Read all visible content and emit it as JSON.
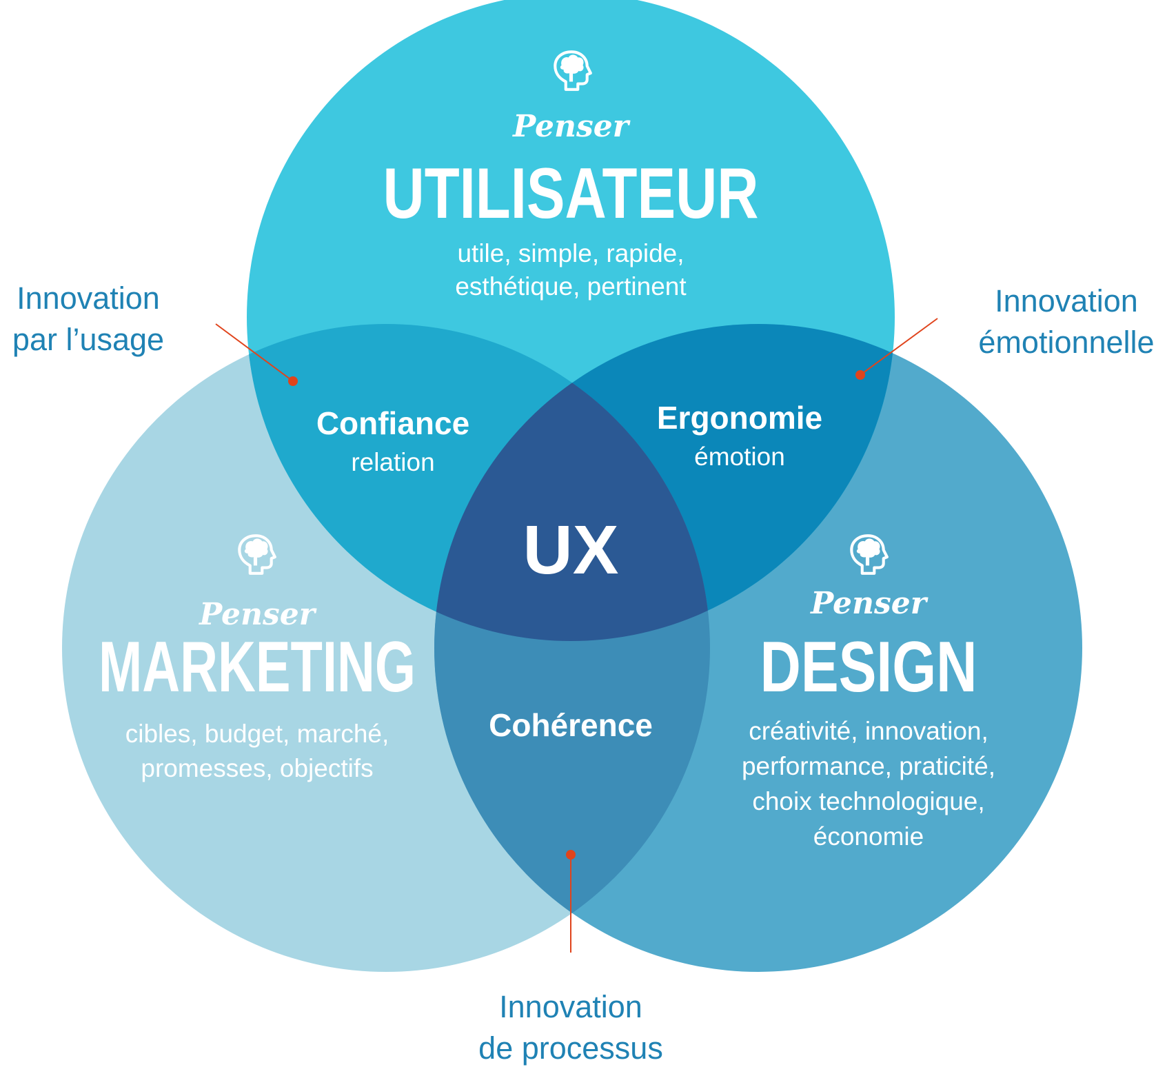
{
  "circles": {
    "utilisateur": {
      "prefix": "Penser",
      "title": "UTILISATEUR",
      "desc_line1": "utile, simple, rapide,",
      "desc_line2": "esthétique, pertinent",
      "color": "#3ec8e0"
    },
    "marketing": {
      "prefix": "Penser",
      "title": "MARKETING",
      "desc_line1": "cibles, budget, marché,",
      "desc_line2": "promesses, objectifs",
      "color": "#a8d6e4"
    },
    "design": {
      "prefix": "Penser",
      "title": "DESIGN",
      "desc_line1": "créativité, innovation,",
      "desc_line2": "performance, praticité,",
      "desc_line3": "choix technologique,",
      "desc_line4": "économie",
      "color": "#52aacc"
    }
  },
  "overlaps": {
    "confiance": {
      "title": "Confiance",
      "subtitle": "relation",
      "color": "#1fa9cd"
    },
    "ergonomie": {
      "title": "Ergonomie",
      "subtitle": "émotion",
      "color": "#0b87b9"
    },
    "coherence": {
      "title": "Cohérence",
      "color": "#3d8db7"
    },
    "center": {
      "title": "UX",
      "color": "#2b5994"
    }
  },
  "callouts": {
    "usage": {
      "line1": "Innovation",
      "line2": "par l’usage"
    },
    "emotion": {
      "line1": "Innovation",
      "line2": "émotionnelle"
    },
    "processus": {
      "line1": "Innovation",
      "line2": "de processus"
    }
  },
  "colors": {
    "callout_text": "#1f82b4",
    "callout_line": "#e0441c",
    "label_text": "#ffffff"
  },
  "icons": {
    "utilisateur": "head-brain-icon",
    "marketing": "head-brain-icon",
    "design": "head-brain-icon"
  }
}
